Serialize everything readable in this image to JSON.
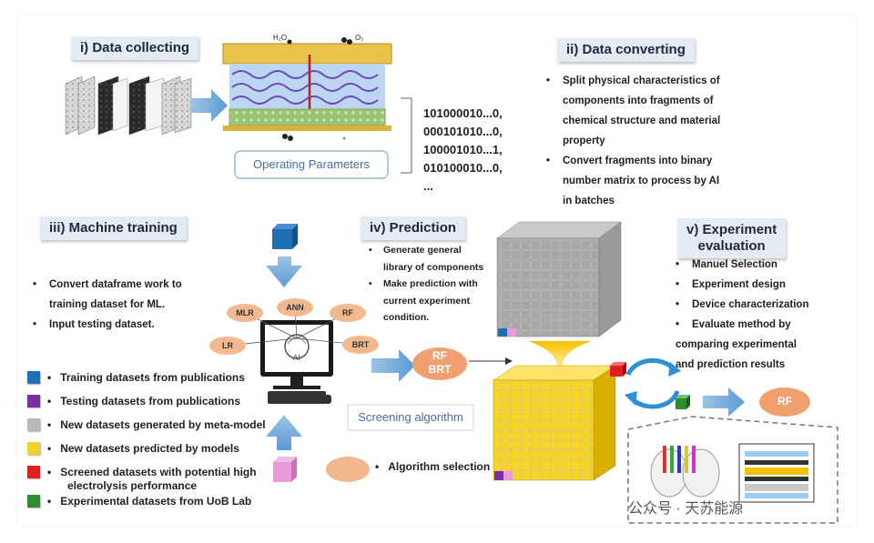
{
  "sections": {
    "data_collecting": "i) Data collecting",
    "data_converting": "ii) Data converting",
    "machine_training": "iii) Machine training",
    "prediction": "iv) Prediction",
    "experiment_evaluation_1": "v) Experiment",
    "experiment_evaluation_2": "evaluation"
  },
  "data_collecting": {
    "operating_parameters": "Operating Parameters",
    "h2o": "H₂O",
    "o2": "O₂"
  },
  "binary_rows": [
    "101000010...0,",
    "000101010...0,",
    "100001010...1,",
    "010100010...0,",
    "..."
  ],
  "data_converting": {
    "bullets": [
      "Split physical characteristics of",
      "components into fragments of",
      "chemical structure and material",
      "property",
      "Convert fragments into binary",
      "number matrix to process by AI",
      "in batches"
    ]
  },
  "machine_training": {
    "bullets": [
      "Convert dataframe work to",
      "training dataset for ML.",
      "Input testing dataset."
    ],
    "models": {
      "mlr": "MLR",
      "ann": "ANN",
      "rf": "RF",
      "lr": "LR",
      "brt": "BRT",
      "ai": "AI"
    }
  },
  "prediction": {
    "bullets": [
      "Generate general",
      "library of components",
      "Make prediction with",
      "current experiment",
      "condition."
    ],
    "result_top": "RF",
    "result_bottom": "BRT",
    "screening": "Screening algorithm",
    "algorithm_selection": "Algorithm selection"
  },
  "experiment_evaluation": {
    "bullets": [
      "Manuel Selection",
      "Experiment design",
      "Device characterization",
      "Evaluate method by",
      "comparing experimental",
      "and prediction results"
    ],
    "result": "RF"
  },
  "legend": [
    {
      "label": "Training datasets from publications",
      "color": "#1f6fb5"
    },
    {
      "label": "Testing datasets from publications",
      "color": "#7a2ea0"
    },
    {
      "label": "New datasets generated by meta-model",
      "color": "#b8b8b8"
    },
    {
      "label": "New datasets predicted by models",
      "color": "#f2d22e"
    },
    {
      "label": "Screened datasets with potential high",
      "color": "#e02020"
    },
    {
      "label": "Experimental datasets from UoB Lab",
      "color": "#2e8b2e"
    }
  ],
  "legend_extra_line": "electrolysis performance",
  "watermark": "公众号 · 天苏能源"
}
